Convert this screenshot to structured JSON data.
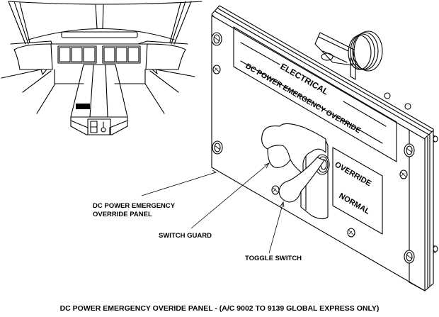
{
  "figure": {
    "caption": "DC POWER EMERGENCY OVERIDE PANEL - (A/C 9002 TO 9139 GLOBAL EXPRESS ONLY)"
  },
  "panel": {
    "header": "ELECTRICAL",
    "subheader": "DC POWER EMERGENCY OVERRIDE",
    "positions": [
      "OVERRIDE",
      "NORMAL"
    ]
  },
  "callouts": {
    "panel_line1": "DC POWER EMERGENCY",
    "panel_line2": "OVERRIDE PANEL",
    "switch_guard": "SWITCH GUARD",
    "toggle_switch": "TOGGLE SWITCH"
  }
}
